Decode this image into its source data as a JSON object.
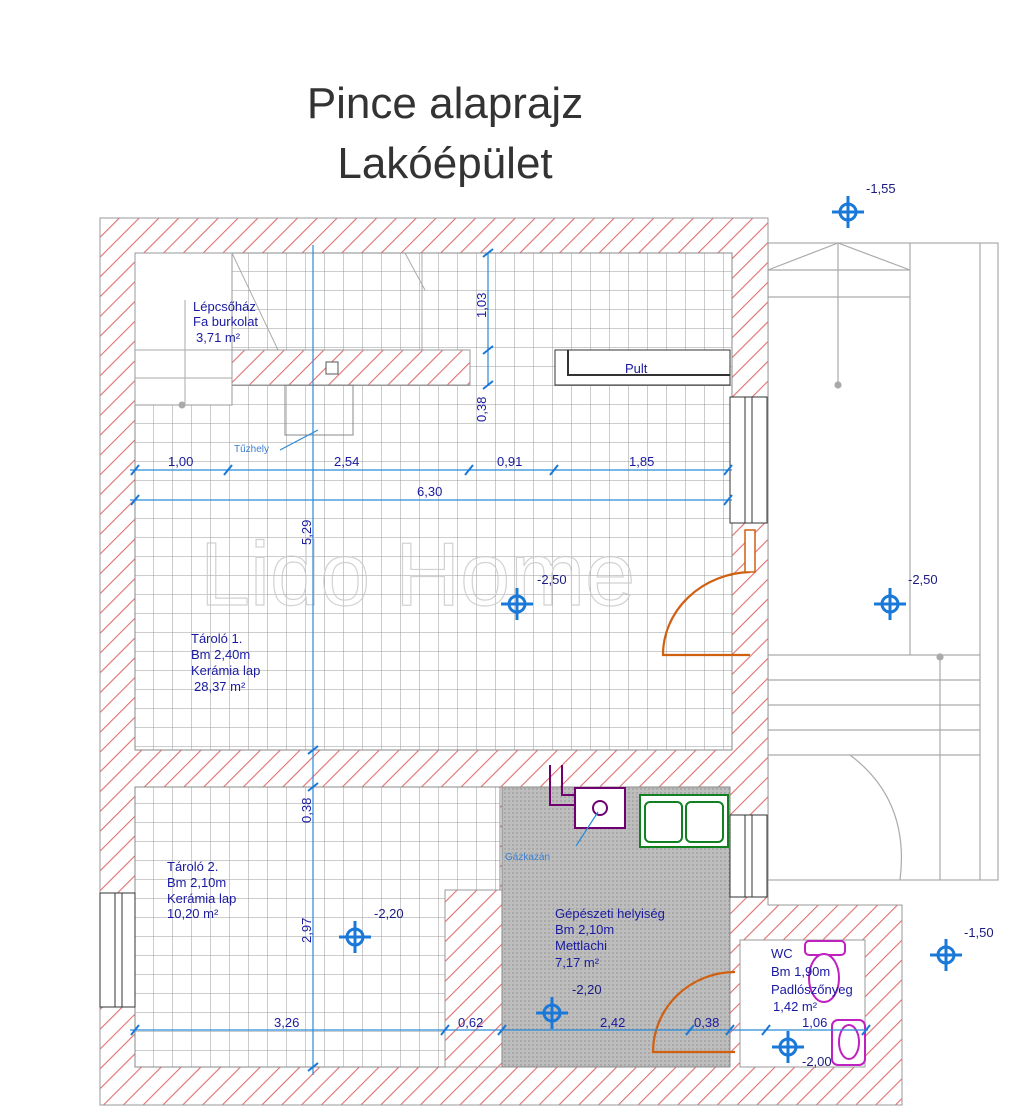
{
  "title": {
    "line1": "Pince alaprajz",
    "line2": "Lakóépület"
  },
  "watermark": "Lido Home",
  "rooms": {
    "lepcsohaz": {
      "name": "Lépcsőház",
      "floor": "Fa burkolat",
      "area": "3,71 m²"
    },
    "tarolo1": {
      "name": "Tároló 1.",
      "height": "Bm 2,40m",
      "floor": "Kerámia lap",
      "area": "28,37 m²"
    },
    "tarolo2": {
      "name": "Tároló 2.",
      "height": "Bm 2,10m",
      "floor": "Kerámia lap",
      "area": "10,20 m²"
    },
    "gepeszeti": {
      "name": "Gépészeti helyiség",
      "height": "Bm 2,10m",
      "floor": "Mettlachi",
      "area": "7,17 m²"
    },
    "wc": {
      "name": "WC",
      "height": "Bm 1,90m",
      "floor": "Padlószőnyeg",
      "area": "1,42 m²"
    }
  },
  "labels": {
    "pult": "Pult",
    "tuzhely": "Tűzhely",
    "gazkazan": "Gázkazán"
  },
  "dimensions": {
    "top_row": [
      "1,00",
      "2,54",
      "0,91",
      "1,85"
    ],
    "total": "6,30",
    "vertical_top": [
      "1,03",
      "0,38"
    ],
    "vertical_main": "5,29",
    "vertical_lower": [
      "0,38",
      "2,97"
    ],
    "bottom_row": [
      "3,26",
      "0,62",
      "2,42",
      "0,38",
      "1,06"
    ]
  },
  "levels": [
    "-1,55",
    "-2,50",
    "-2,50",
    "-2,20",
    "-2,20",
    "-1,50",
    "-2,00"
  ],
  "colors": {
    "wall_hatch": "#e07070",
    "dimension": "#2a8ad8",
    "text": "#1a1aa0",
    "door": "#d06010",
    "wc_fixture": "#c020c0",
    "sink": "#108020",
    "boiler": "#700070"
  }
}
